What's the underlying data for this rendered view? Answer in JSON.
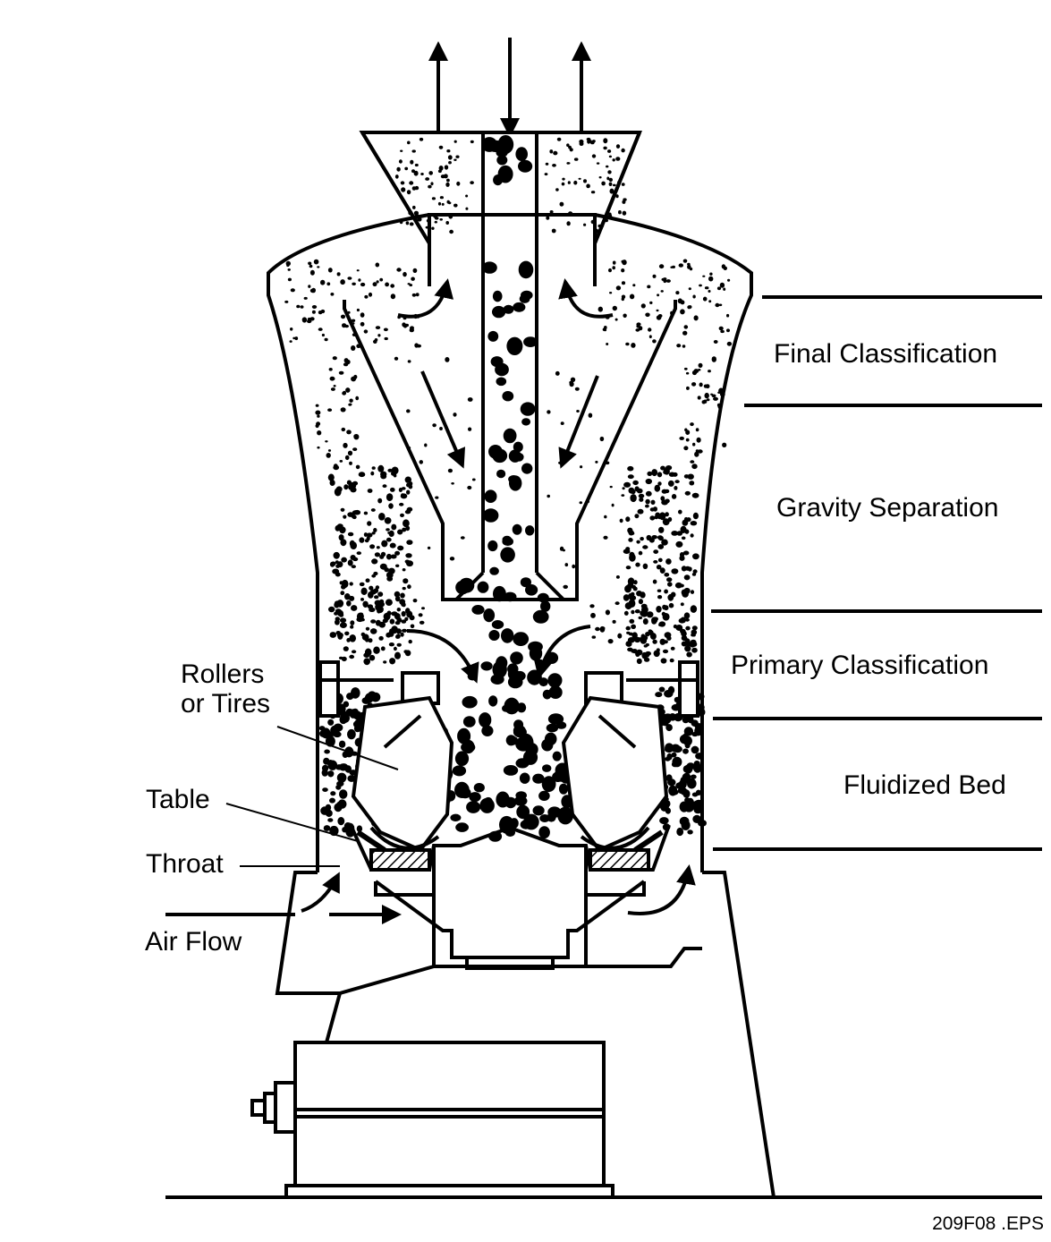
{
  "zones": {
    "final_classification": "Final Classification",
    "gravity_separation": "Gravity Separation",
    "primary_classification": "Primary Classification",
    "fluidized_bed": "Fluidized Bed"
  },
  "parts": {
    "rollers_line1": "Rollers",
    "rollers_line2": "or Tires",
    "table": "Table",
    "throat": "Throat",
    "air_flow": "Air Flow"
  },
  "figure_id": "209F08 .EPS",
  "colors": {
    "ink": "#000000",
    "paper": "#ffffff"
  }
}
